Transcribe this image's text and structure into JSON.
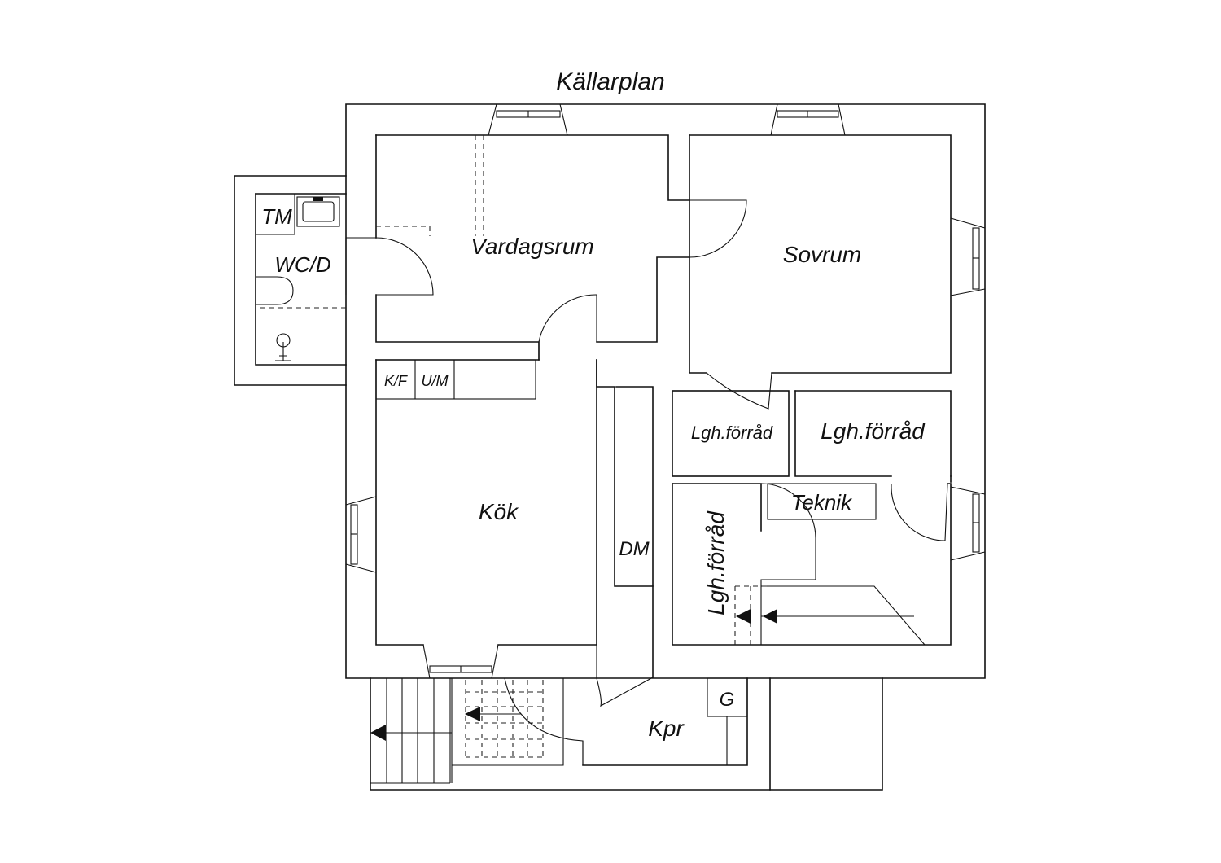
{
  "plan": {
    "title": "Källarplan",
    "rooms": {
      "vardagsrum": "Vardagsrum",
      "sovrum": "Sovrum",
      "kok": "Kök",
      "wc": "WC/D",
      "tm": "TM",
      "kf": "K/F",
      "um": "U/M",
      "dm": "DM",
      "forrad_small": "Lgh.förråd",
      "forrad_large": "Lgh.förråd",
      "forrad_vertical": "Lgh.förråd",
      "teknik": "Teknik",
      "kpr": "Kpr",
      "g": "G"
    }
  }
}
